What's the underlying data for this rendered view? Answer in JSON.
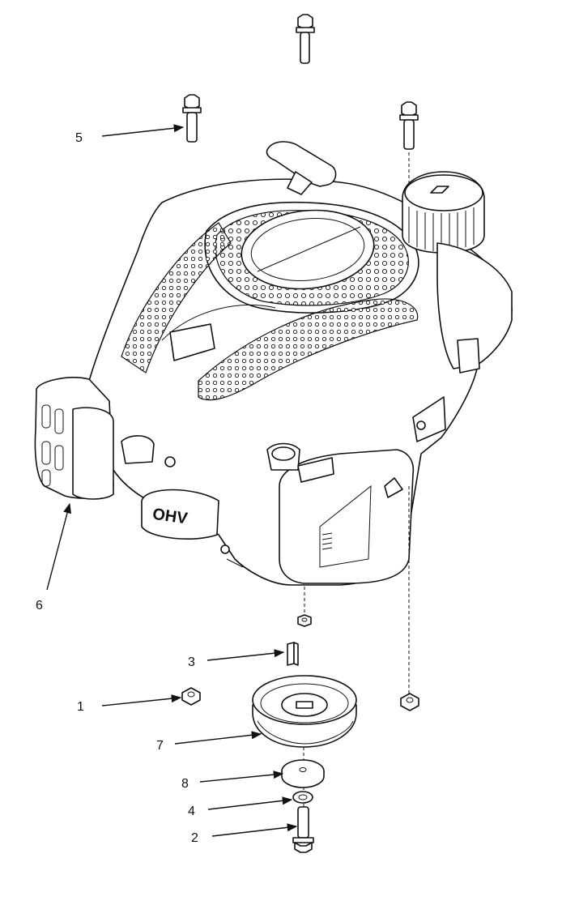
{
  "engine": {
    "badge_text": "OHV"
  },
  "callouts": [
    {
      "id": "5",
      "text": "5"
    },
    {
      "id": "6",
      "text": "6"
    },
    {
      "id": "3",
      "text": "3"
    },
    {
      "id": "1",
      "text": "1"
    },
    {
      "id": "7",
      "text": "7"
    },
    {
      "id": "8",
      "text": "8"
    },
    {
      "id": "4",
      "text": "4"
    },
    {
      "id": "2",
      "text": "2"
    }
  ]
}
